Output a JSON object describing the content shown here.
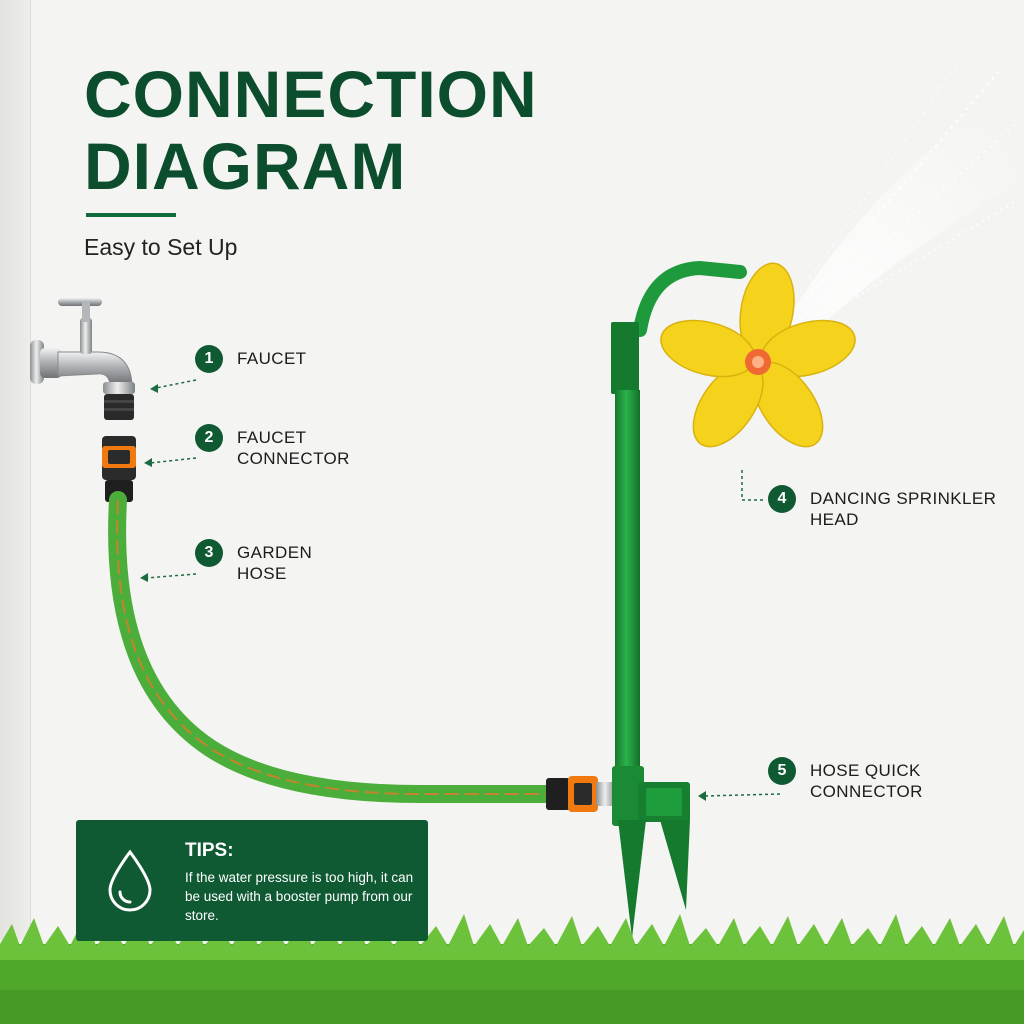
{
  "header": {
    "title_line1": "CONNECTION",
    "title_line2": "DIAGRAM",
    "subtitle": "Easy to Set Up"
  },
  "labels": [
    {
      "number": "1",
      "text": "FAUCET"
    },
    {
      "number": "2",
      "text": "FAUCET\nCONNECTOR"
    },
    {
      "number": "3",
      "text": "GARDEN\nHOSE"
    },
    {
      "number": "4",
      "text": "DANCING SPRINKLER\nHEAD"
    },
    {
      "number": "5",
      "text": "HOSE QUICK\nCONNECTOR"
    }
  ],
  "tips": {
    "title": "TIPS:",
    "body": "If the water pressure is too high, it can be used with a booster pump from our store."
  },
  "colors": {
    "brand_green": "#0f5a33",
    "title_green": "#0b4d2c",
    "stake_green": "#1e9a3c",
    "petal_yellow": "#f5d21c",
    "connector_orange": "#f07a10",
    "grass_green": "#4fa82a"
  }
}
